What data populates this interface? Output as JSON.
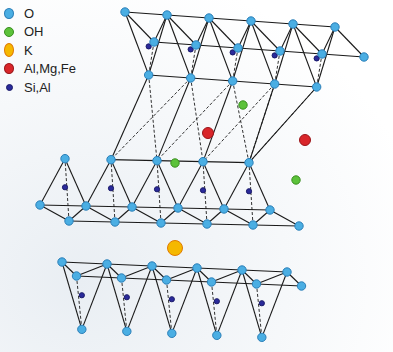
{
  "diagram": {
    "legend": [
      {
        "text": "O",
        "color": "#4aaee3"
      },
      {
        "text": "OH",
        "color": "#5cc23a"
      },
      {
        "text": "K",
        "color": "#f5b800"
      },
      {
        "text": "Al,Mg,Fe",
        "color": "#d9262a"
      },
      {
        "text": "Si,Al",
        "color": "#2a2a9a"
      }
    ]
  }
}
